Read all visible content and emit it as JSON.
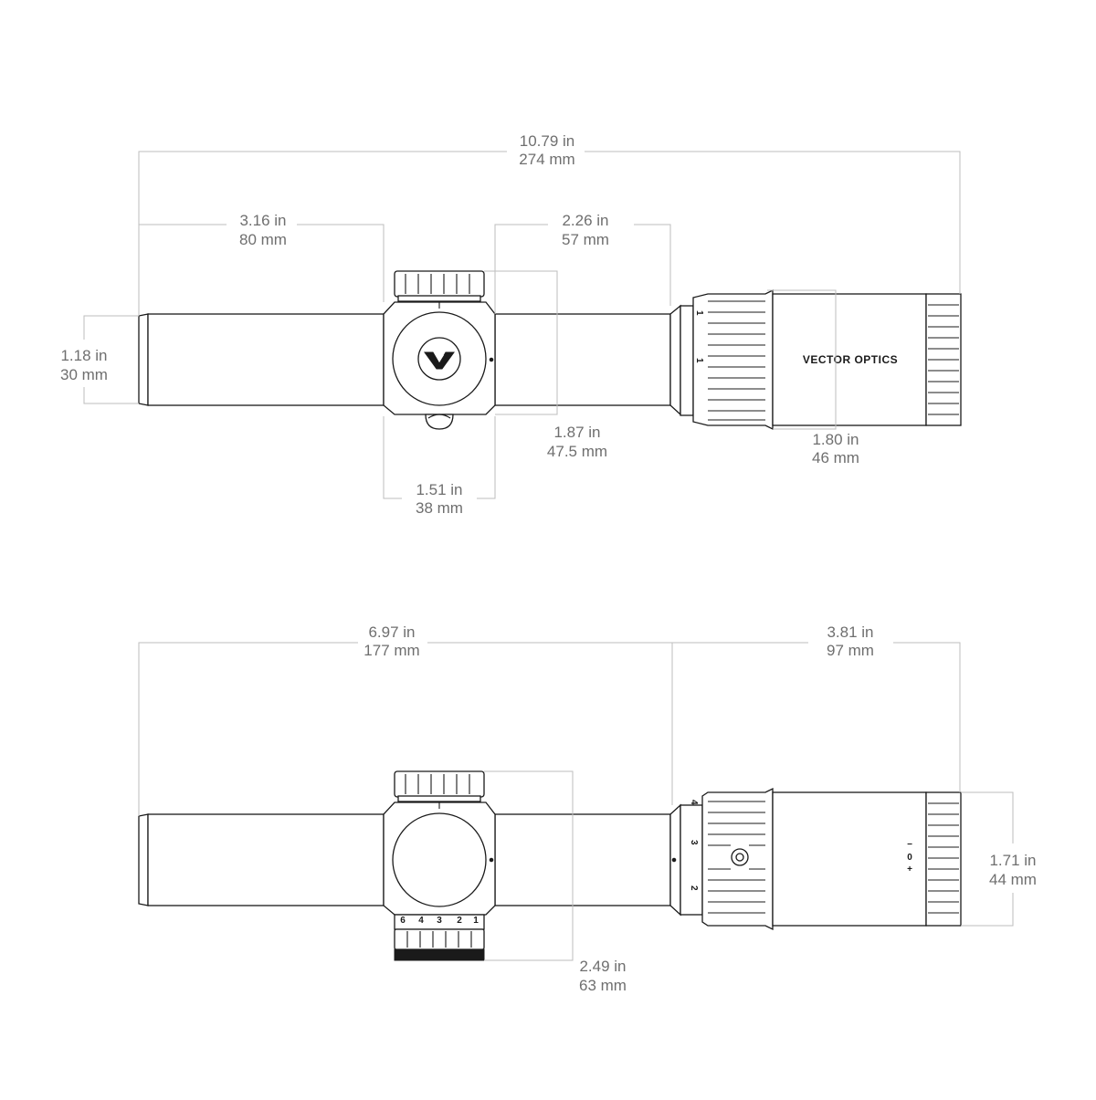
{
  "top_view": {
    "overall_length": {
      "in": "10.79 in",
      "mm": "274 mm"
    },
    "front_to_turret": {
      "in": "3.16 in",
      "mm": "80 mm"
    },
    "turret_to_eyepiece": {
      "in": "2.26 in",
      "mm": "57 mm"
    },
    "tube_diameter": {
      "in": "1.18 in",
      "mm": "30 mm"
    },
    "turret_height": {
      "in": "1.87 in",
      "mm": "47.5 mm"
    },
    "eyepiece_diameter": {
      "in": "1.80 in",
      "mm": "46 mm"
    },
    "turret_width": {
      "in": "1.51 in",
      "mm": "38 mm"
    },
    "brand_text": "VECTOR OPTICS",
    "ring_marks": [
      "1",
      "1"
    ]
  },
  "side_view": {
    "front_to_ring": {
      "in": "6.97 in",
      "mm": "177 mm"
    },
    "ring_to_rear": {
      "in": "3.81 in",
      "mm": "97 mm"
    },
    "ocular_height": {
      "in": "1.71 in",
      "mm": "44 mm"
    },
    "turret_total": {
      "in": "2.49 in",
      "mm": "63 mm"
    },
    "ring_marks": [
      "4",
      "3",
      "2"
    ],
    "dial_marks": [
      "6",
      "4",
      "3",
      "2",
      "1"
    ],
    "diopter_marks": [
      "+",
      "0",
      "−"
    ]
  }
}
